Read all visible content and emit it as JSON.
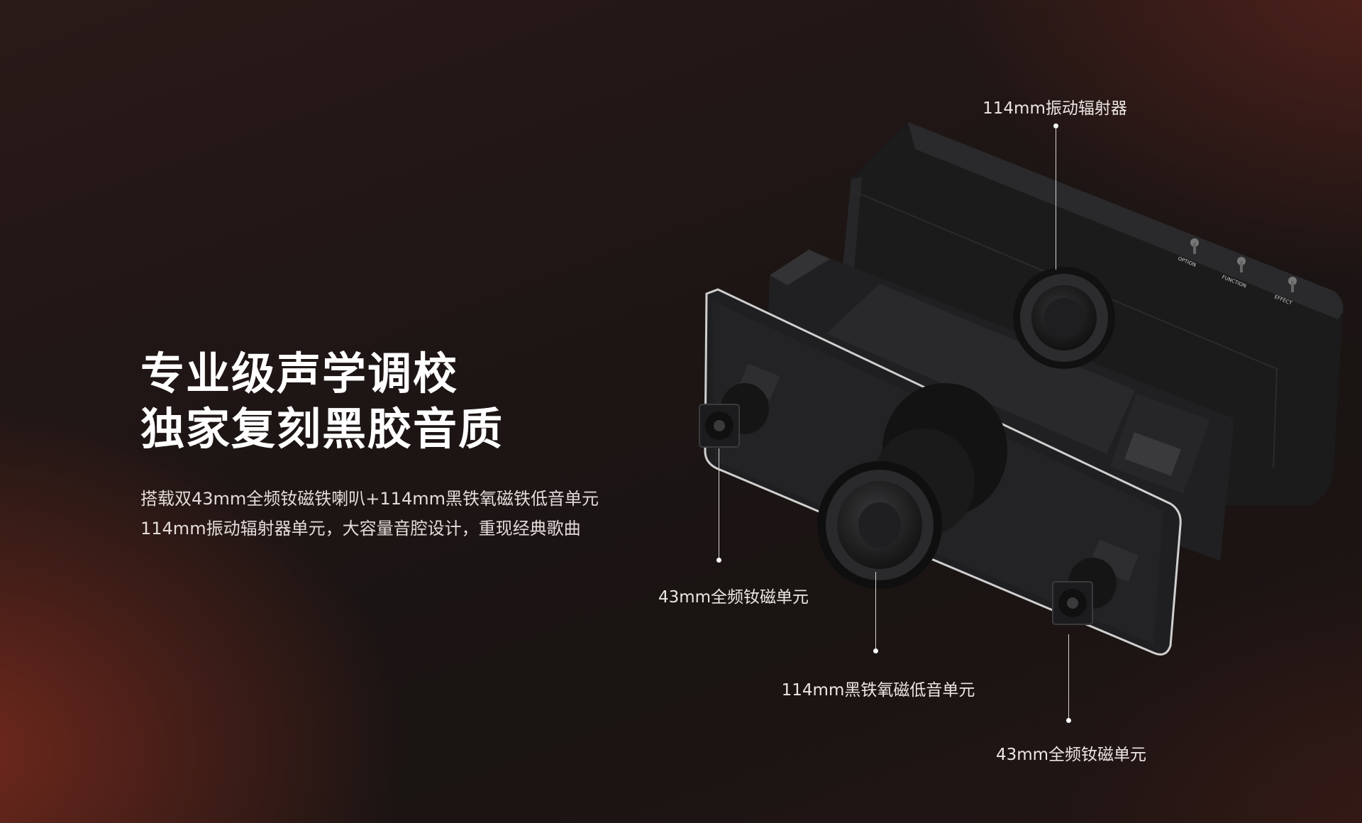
{
  "headline": {
    "line1": "专业级声学调校",
    "line2": "独家复刻黑胶音质"
  },
  "description": {
    "line1": "搭载双43mm全频钕磁铁喇叭+114mm黑铁氧磁铁低音单元",
    "line2": "114mm振动辐射器单元，大容量音腔设计，重现经典歌曲"
  },
  "callouts": {
    "radiator": "114mm振动辐射器",
    "left_tweeter": "43mm全频钕磁单元",
    "woofer": "114mm黑铁氧磁低音单元",
    "right_tweeter": "43mm全频钕磁单元"
  },
  "panel_labels": [
    "OPTION",
    "FUNCTION",
    "EFFECT"
  ],
  "colors": {
    "accent_glow": "#802c1e",
    "background": "#1c1514",
    "speaker_body": "#1b1b1c"
  }
}
